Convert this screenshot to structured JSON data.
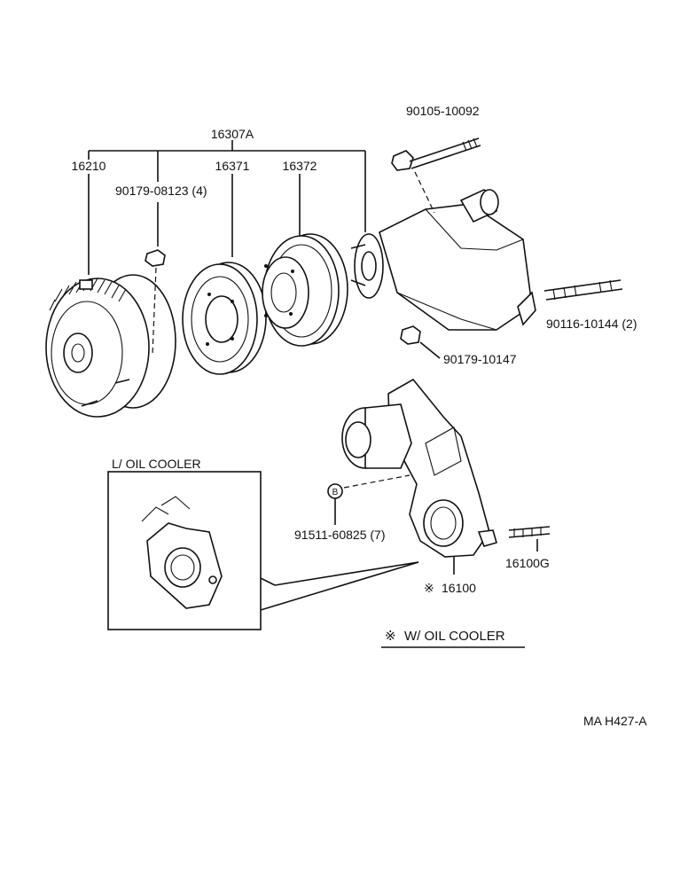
{
  "parts": {
    "p16307A": "16307A",
    "p16210": "16210",
    "p16371": "16371",
    "p16372": "16372",
    "p90179_08123": "90179-08123 (4)",
    "p90105_10092": "90105-10092",
    "p90116_10144": "90116-10144 (2)",
    "p90179_10147": "90179-10147",
    "p91511_60825": "91511-60825 (7)",
    "p16100G": "16100G",
    "p16100": "16100"
  },
  "notes": {
    "oil_cooler_box": "L/ OIL  COOLER",
    "w_oil_cooler": "W/ OIL  COOLER",
    "asterisk_mark": "※",
    "bolt_marker": "B"
  },
  "footer": {
    "code": "MA  H427-A"
  }
}
